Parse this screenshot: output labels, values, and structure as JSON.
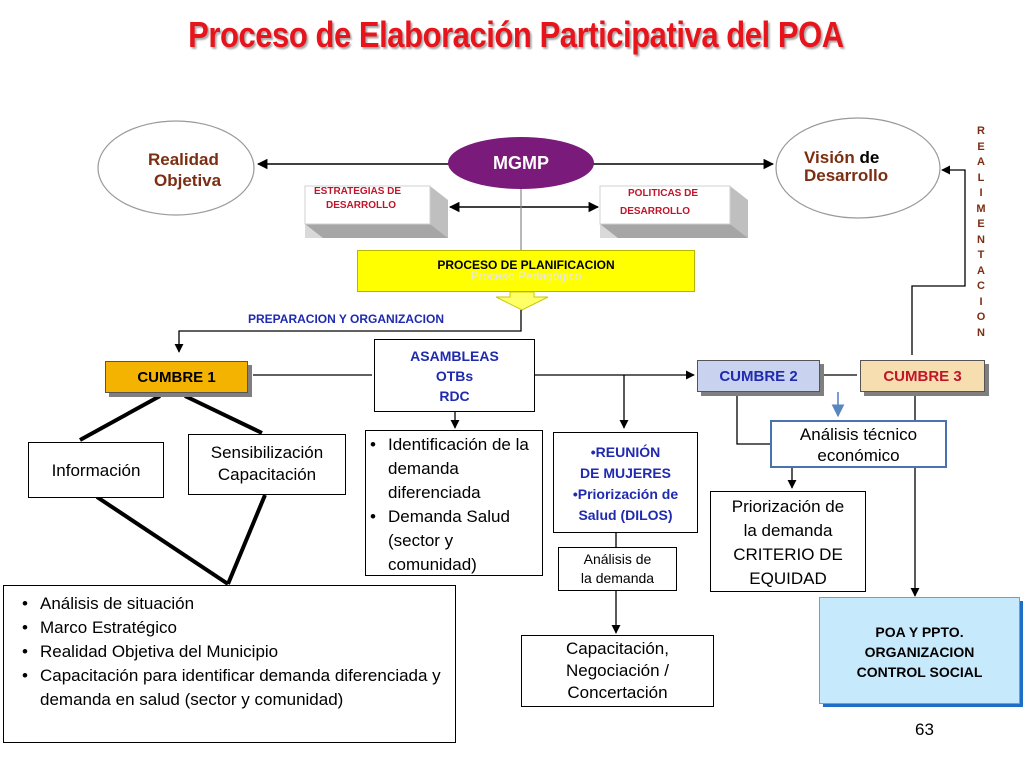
{
  "title": "Proceso de Elaboración Participativa del POA",
  "realidad": {
    "line1": "Realidad",
    "line2": "Objetiva"
  },
  "mgmp": "MGMP",
  "vision": {
    "word1": "Visión",
    "word2": "de",
    "line2": "Desarrollo"
  },
  "estrategias": {
    "line1": "ESTRATEGIAS DE",
    "line2": "DESARROLLO"
  },
  "politicas": {
    "line1": "POLITICAS DE",
    "line2": "DESARROLLO"
  },
  "planificacion": {
    "label": "PROCESO DE PLANIFICACION",
    "ghost": "Proceso Pedagógico"
  },
  "preparacion": "PREPARACION Y ORGANIZACION",
  "realimentacion": [
    "R",
    "E",
    "A",
    "L",
    "I",
    "M",
    "E",
    "N",
    "T",
    "A",
    "C",
    "I",
    "O",
    "N"
  ],
  "cumbre1": "CUMBRE 1",
  "cumbre2": "CUMBRE 2",
  "cumbre3": "CUMBRE 3",
  "asambleas": {
    "line1": "ASAMBLEAS",
    "line2": "OTBs",
    "line3": "RDC"
  },
  "informacion": "Información",
  "sensibilizacion": {
    "line1": "Sensibilización",
    "line2": "Capacitación"
  },
  "identificacion": [
    "Identificación de la demanda diferenciada",
    "Demanda Salud (sector y comunidad)"
  ],
  "reunion": {
    "line1": "•REUNIÓN",
    "line2": "DE MUJERES",
    "line3": "•Priorización de",
    "line4": "Salud (DILOS)"
  },
  "analisis_tecnico": {
    "line1": "Análisis técnico",
    "line2": "económico"
  },
  "priorizacion": {
    "line1": "Priorización de",
    "line2": "la demanda",
    "line3": "CRITERIO DE",
    "line4": "EQUIDAD"
  },
  "analisis_demanda": {
    "line1": "Análisis de",
    "line2": "la demanda"
  },
  "capacitacion": {
    "line1": "Capacitación,",
    "line2": "Negociación /",
    "line3": "Concertación"
  },
  "poa": {
    "line1": "POA Y PPTO.",
    "line2": "ORGANIZACION",
    "line3": "CONTROL SOCIAL"
  },
  "big_list": [
    "Análisis de situación",
    "Marco Estratégico",
    "Realidad Objetiva del Municipio",
    "Capacitación para identificar demanda diferenciada y demanda en salud (sector y comunidad)"
  ],
  "page_number": "63",
  "colors": {
    "title": "#e8141c",
    "mgmp_fill": "#7a1a7a",
    "accent_blue": "#1f2ab0",
    "plan_yellow": "#ffff00",
    "cumbre1_fill": "#f5b301",
    "cumbre2_fill": "#c9d2ee",
    "cumbre3_fill": "#f6deb0",
    "poa_fill": "#c6e9fb"
  }
}
